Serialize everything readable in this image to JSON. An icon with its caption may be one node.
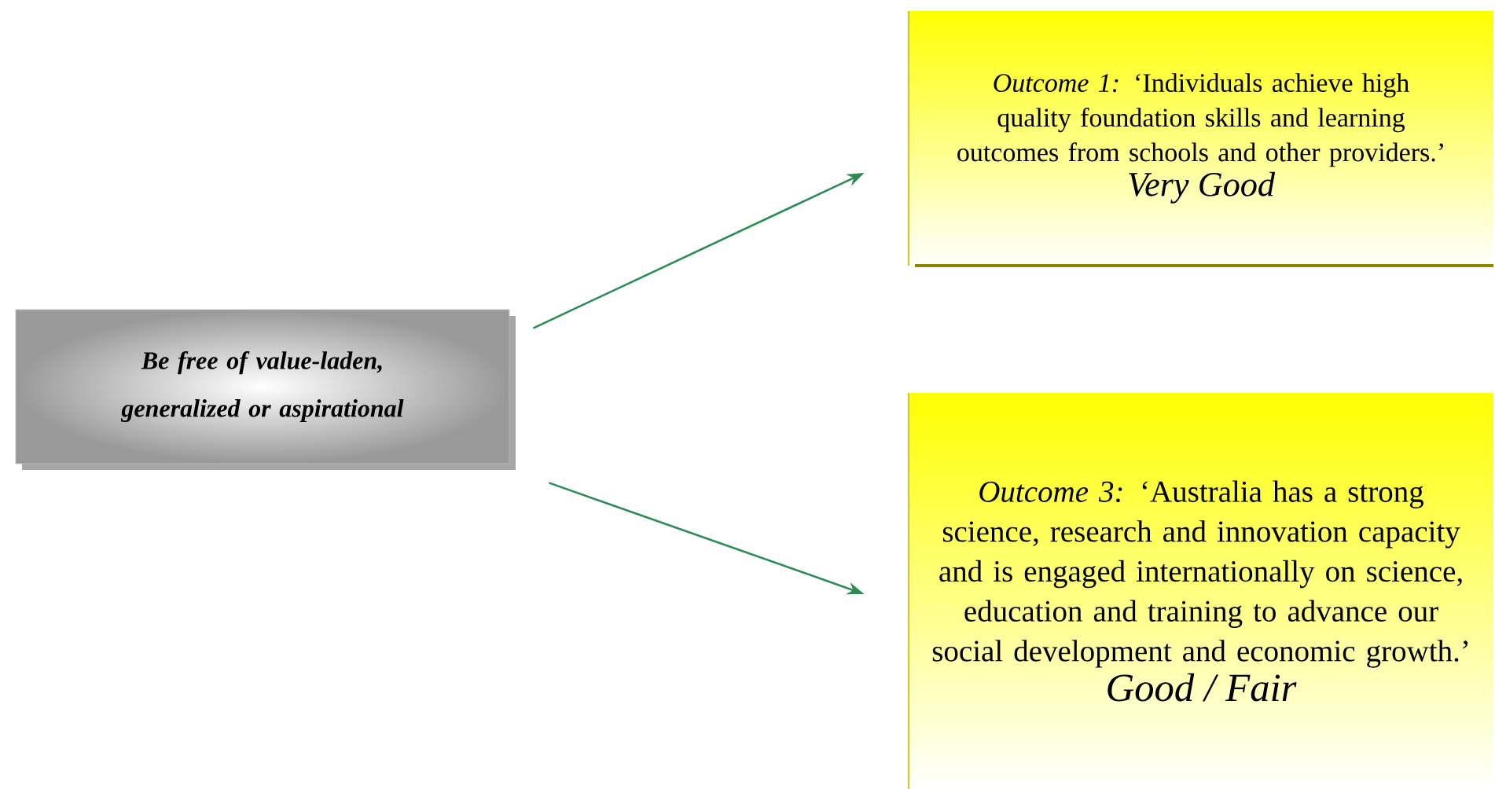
{
  "diagram": {
    "nodes": [
      {
        "text": [
          "Be free of value-laden, generalized or aspirational"
        ]
      },
      {
        "text": [
          "*Outcome 1:* ‘Individuals achieve high quality foundation skills and learning outcomes from schools and other providers.’",
          "Very Good"
        ]
      },
      {
        "text": [
          "*Outcome 3:* ‘Australia has a strong science, research and innovation capacity and is engaged internationally on science, education and training to advance our social development and economic growth.’",
          "Good / Fair"
        ]
      }
    ],
    "edges": [
      {
        "from": 0,
        "to": 1,
        "arrow": "to"
      },
      {
        "from": 0,
        "to": 2,
        "arrow": "to"
      }
    ]
  }
}
